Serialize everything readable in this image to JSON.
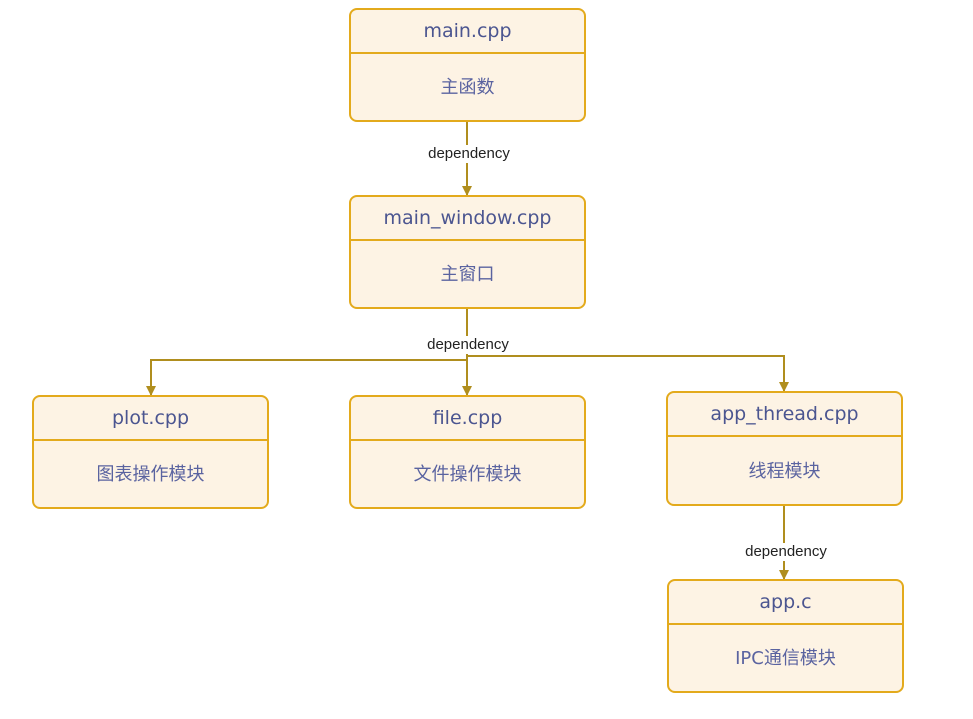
{
  "nodes": {
    "main": {
      "title": "main.cpp",
      "desc": "主函数"
    },
    "main_window": {
      "title": "main_window.cpp",
      "desc": "主窗口"
    },
    "plot": {
      "title": "plot.cpp",
      "desc": "图表操作模块"
    },
    "file": {
      "title": "file.cpp",
      "desc": "文件操作模块"
    },
    "app_thread": {
      "title": "app_thread.cpp",
      "desc": "线程模块"
    },
    "app_c": {
      "title": "app.c",
      "desc": "IPC通信模块"
    }
  },
  "edges": {
    "main_to_window": "dependency",
    "window_to_children": "dependency",
    "thread_to_app": "dependency"
  },
  "colors": {
    "node_fill": "#fdf3e4",
    "node_border": "#e3aa1c",
    "edge": "#b08e1e",
    "text": "#4b5590"
  }
}
